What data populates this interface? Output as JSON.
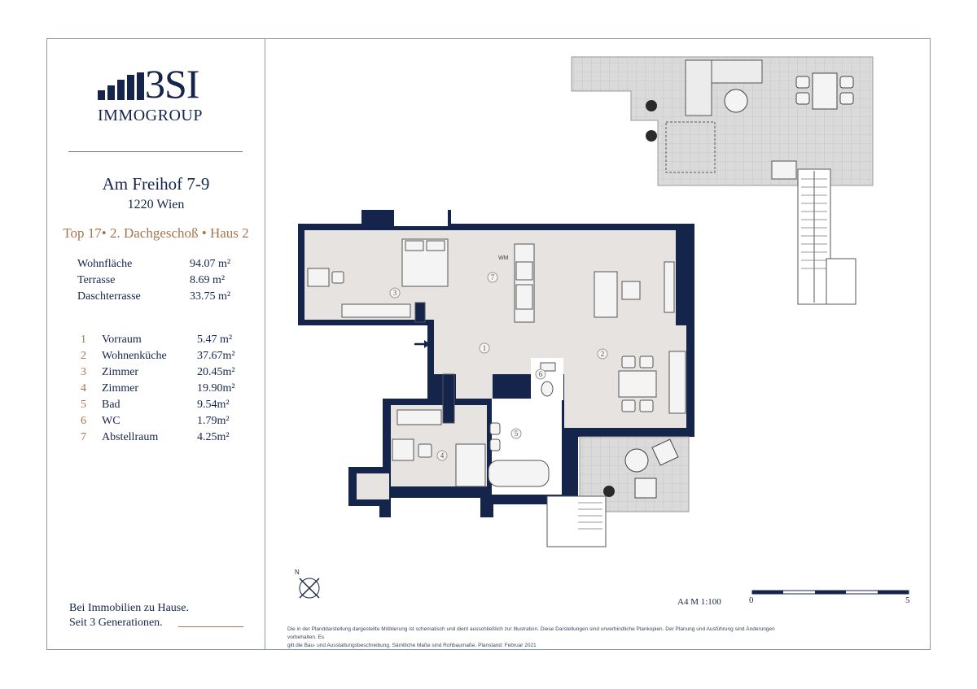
{
  "logo": {
    "brand": "3SI",
    "sub": "IMMOGROUP"
  },
  "project": {
    "address": "Am Freihof 7-9",
    "city": "1220 Wien",
    "unit": "Top 17• 2. Dachgeschoß • Haus 2"
  },
  "areas": [
    {
      "label": "Wohnfläche",
      "value": "94.07 m²"
    },
    {
      "label": "Terrasse",
      "value": "8.69 m²"
    },
    {
      "label": "Daschterrasse",
      "value": "33.75 m²"
    }
  ],
  "rooms": [
    {
      "num": "1",
      "name": "Vorraum",
      "value": "5.47 m²"
    },
    {
      "num": "2",
      "name": "Wohnenküche",
      "value": "37.67m²"
    },
    {
      "num": "3",
      "name": "Zimmer",
      "value": "20.45m²"
    },
    {
      "num": "4",
      "name": "Zimmer",
      "value": "19.90m²"
    },
    {
      "num": "5",
      "name": "Bad",
      "value": "9.54m²"
    },
    {
      "num": "6",
      "name": "WC",
      "value": "1.79m²"
    },
    {
      "num": "7",
      "name": "Abstellraum",
      "value": "4.25m²"
    }
  ],
  "slogan": {
    "line1": "Bei Immobilien zu Hause.",
    "line2": "Seit 3 Generationen."
  },
  "plan": {
    "north_label": "N",
    "wm_label": "WM",
    "room_markers": [
      "1",
      "2",
      "3",
      "4",
      "5",
      "6",
      "7"
    ]
  },
  "scale": {
    "label": "A4  M 1:100",
    "start": "0",
    "end": "5"
  },
  "disclaimer": {
    "line1": "Die in der Planddarstellung dargestellte Möblierung ist schematisch und dient ausschließlich zur Illustration. Diese Darstellungen sind unverbindliche Plankopien. Der Planung und Ausführung sind Änderungen vorbehalten. Es",
    "line2": "gilt die Bau- und Ausstattungsbeschreibung. Sämtliche Maße sind Rohbaumaße. Planstand: Februar 2021"
  },
  "colors": {
    "navy": "#15244a",
    "bronze": "#a5744e",
    "room_fill": "#e6e3e0",
    "terrace_fill": "#d8d8d8",
    "frame": "#8d96ad"
  }
}
